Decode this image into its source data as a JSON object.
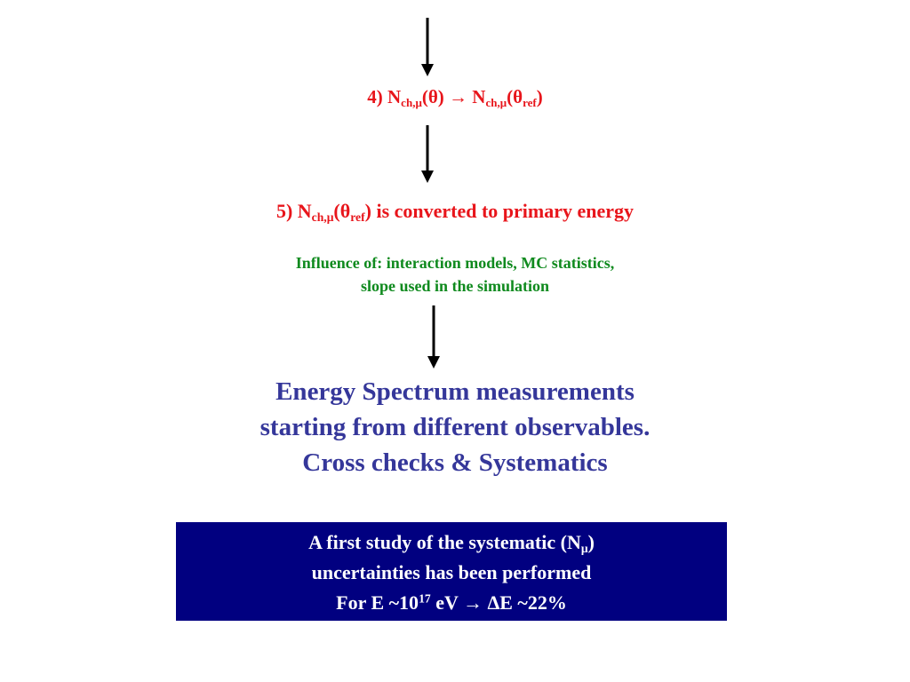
{
  "steps": {
    "step4": {
      "prefix": "4) N",
      "sub1": "ch,μ",
      "mid1": "(θ) → N",
      "sub2": "ch,μ",
      "mid2": "(θ",
      "sub3": "ref",
      "suffix": ")"
    },
    "step5": {
      "prefix": "5) N",
      "sub1": "ch,μ",
      "mid1": "(θ",
      "sub2": "ref",
      "suffix": ") is converted to primary energy"
    },
    "influence": {
      "line1": "Influence of: interaction models, MC statistics,",
      "line2": "slope used in the simulation"
    }
  },
  "energy_spectrum": {
    "line1": "Energy Spectrum measurements",
    "line2": "starting from different observables.",
    "line3": "Cross checks & Systematics"
  },
  "systematic_box": {
    "line1_text": "A first study of the systematic (N",
    "line1_sub": "μ",
    "line1_end": ")",
    "line2": "uncertainties has been performed",
    "line3_text": "For E ~10",
    "line3_sup": "17",
    "line3_end": " eV → ΔE ~22%"
  },
  "colors": {
    "step_text": "#e8151b",
    "influence_text": "#0f8a1e",
    "energy_text": "#35379a",
    "box_background": "#010080",
    "box_text": "#ffffff",
    "arrow": "#000000"
  }
}
